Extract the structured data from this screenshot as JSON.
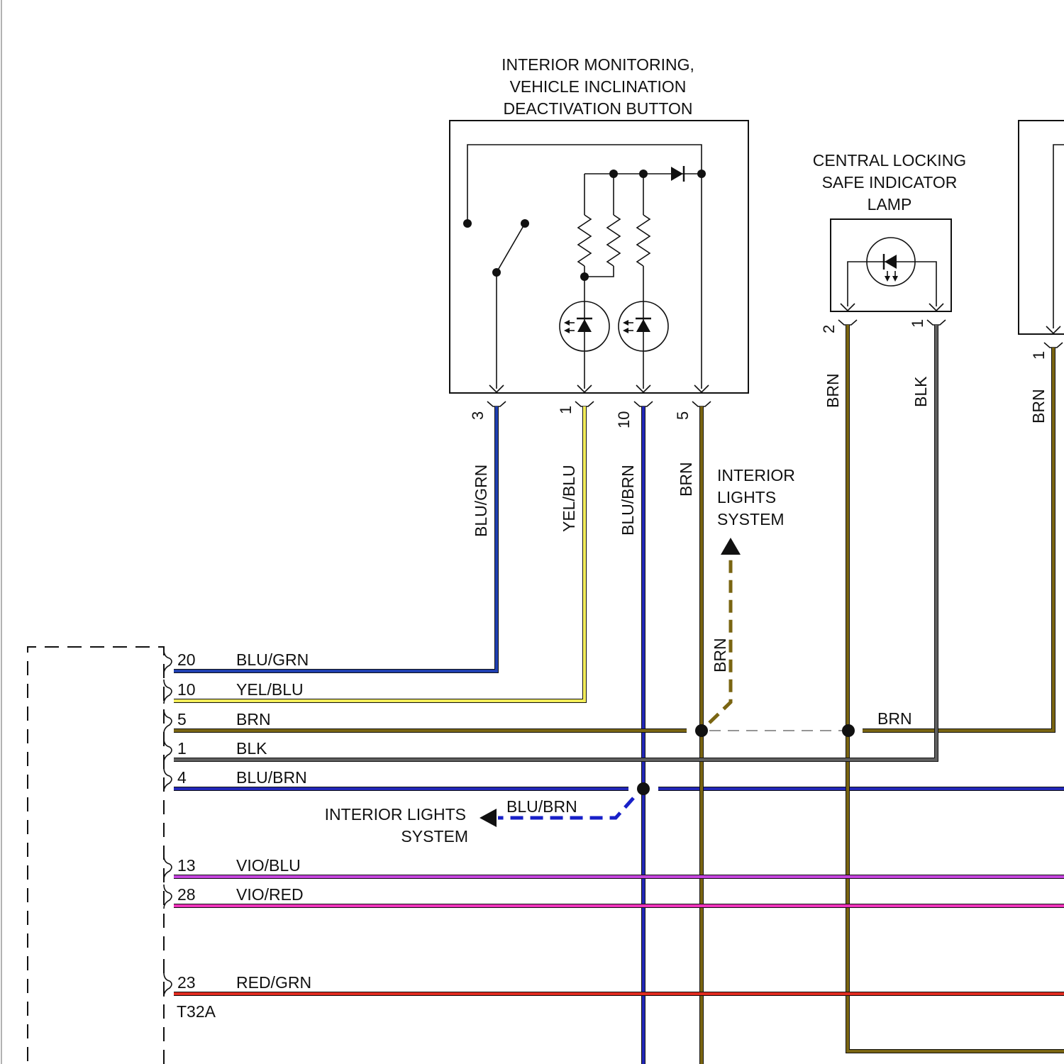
{
  "colors": {
    "BLU/GRN": "#1f3fb0",
    "YEL/BLU": "#f2ec5a",
    "BLU/BRN": "#2227b8",
    "BRN": "#7a6512",
    "BLK": "#5f5f5f",
    "VIO/BLU": "#c444dd",
    "VIO/RED": "#ee33bb",
    "RED/GRN": "#e02b1f",
    "dash_brn": "#7a6512",
    "dash_blu": "#1820c8"
  },
  "components": {
    "button": {
      "title_lines": [
        "INTERIOR MONITORING,",
        "VEHICLE INCLINATION",
        "DEACTIVATION BUTTON"
      ],
      "pins": [
        "3",
        "1",
        "10",
        "5"
      ]
    },
    "lamp": {
      "title_lines": [
        "CENTRAL LOCKING",
        "SAFE INDICATOR",
        "LAMP"
      ],
      "pins": [
        "2",
        "1"
      ]
    },
    "right_component": {
      "pins": [
        "1"
      ]
    },
    "connector": {
      "name": "T32A",
      "pins": [
        {
          "pin": "20",
          "wire": "BLU/GRN"
        },
        {
          "pin": "10",
          "wire": "YEL/BLU"
        },
        {
          "pin": "5",
          "wire": "BRN"
        },
        {
          "pin": "1",
          "wire": "BLK"
        },
        {
          "pin": "4",
          "wire": "BLU/BRN"
        },
        {
          "pin": "13",
          "wire": "VIO/BLU"
        },
        {
          "pin": "28",
          "wire": "VIO/RED"
        },
        {
          "pin": "23",
          "wire": "RED/GRN"
        }
      ]
    }
  },
  "vertical_wire_labels": {
    "button_pin3": "BLU/GRN",
    "button_pin1": "YEL/BLU",
    "button_pin10": "BLU/BRN",
    "button_pin5": "BRN",
    "lamp_pin2": "BRN",
    "lamp_pin1": "BLK",
    "right_pin1": "BRN",
    "brn_branch": "BRN"
  },
  "horizontal_wire_labels": {
    "brn_right": "BRN",
    "blu_brn_branch": "BLU/BRN"
  },
  "references": {
    "interior_lights_upper": [
      "INTERIOR",
      "LIGHTS",
      "SYSTEM"
    ],
    "interior_lights_lower": [
      "INTERIOR LIGHTS",
      "SYSTEM"
    ]
  }
}
